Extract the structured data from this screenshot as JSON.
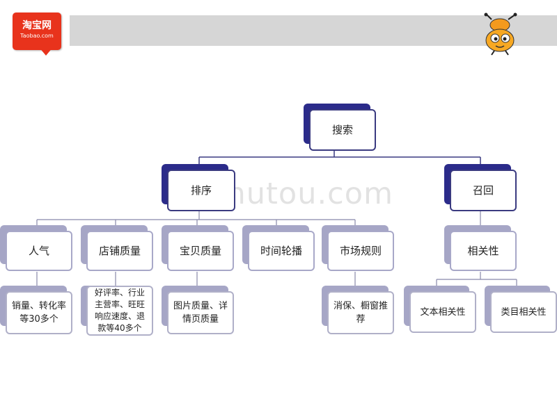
{
  "logo": {
    "cn": "淘宝网",
    "en": "Taobao.com"
  },
  "watermark": "Jinchutou.com",
  "diagram": {
    "root": "搜索",
    "level1": [
      "排序",
      "召回"
    ],
    "ranking_factors": [
      "人气",
      "店铺质量",
      "宝贝质量",
      "时间轮播",
      "市场规则"
    ],
    "recall_factors": [
      "相关性"
    ],
    "ranking_details": [
      "销量、转化率等30多个",
      "好评率、行业主营率、旺旺响应速度、退款等40多个",
      "图片质量、详情页质量",
      "消保、橱窗推荐"
    ],
    "relevance_types": [
      "文本相关性",
      "类目相关性"
    ]
  },
  "colors": {
    "logo_red": "#e8331c",
    "dark_accent": "#2b2b8a",
    "light_accent": "#a6a6c6",
    "header_gray": "#d6d6d6"
  }
}
